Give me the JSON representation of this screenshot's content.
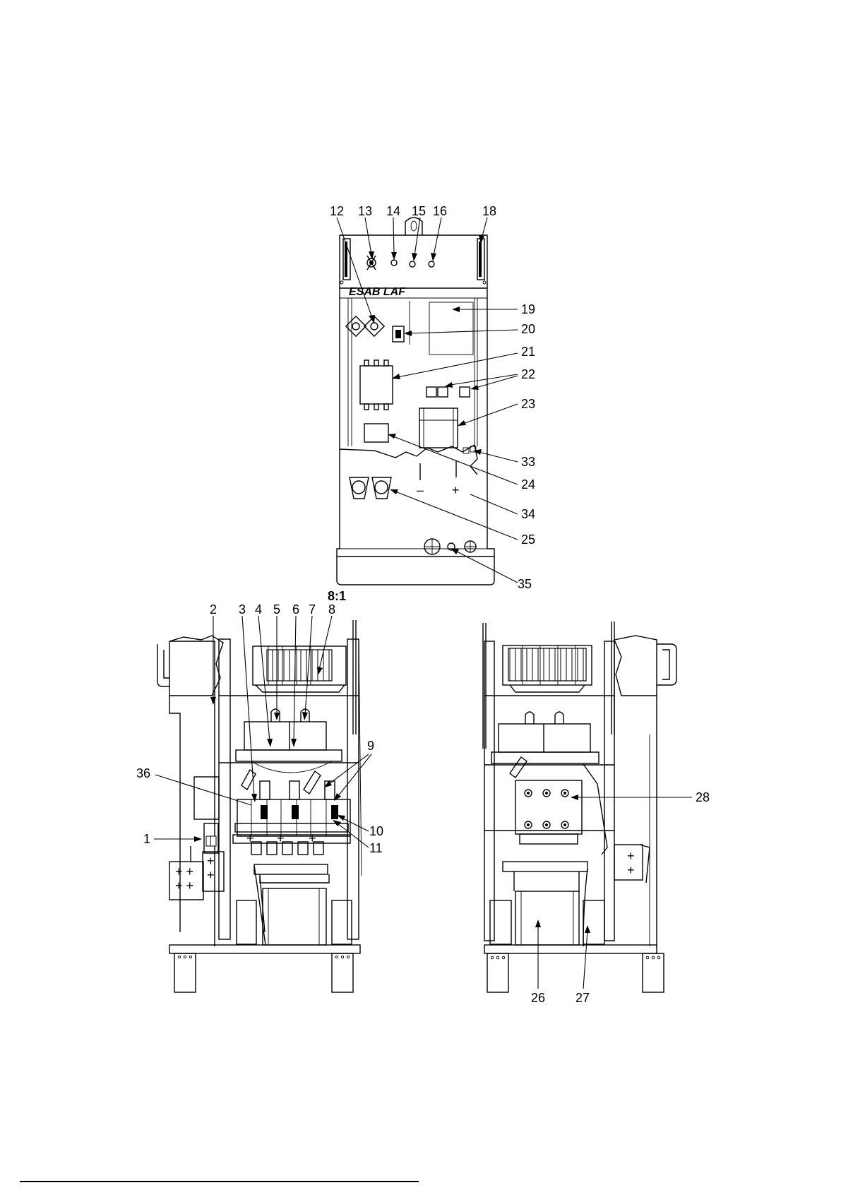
{
  "figure": {
    "scale_label": "8:1",
    "front_panel": {
      "brand": "ESAB LAF",
      "polarity_minus": "–",
      "polarity_plus": "+",
      "top_callouts": [
        "12",
        "13",
        "14",
        "15",
        "16",
        "18"
      ],
      "right_callouts": [
        "19",
        "20",
        "21",
        "22",
        "23",
        "33",
        "24",
        "34",
        "25",
        "35"
      ]
    },
    "left_view": {
      "top_callouts": [
        "2",
        "3",
        "4",
        "5",
        "6",
        "7",
        "8"
      ],
      "side_callouts": [
        "36",
        "1",
        "9",
        "10",
        "11"
      ]
    },
    "right_view": {
      "side_callouts": [
        "28"
      ],
      "bottom_callouts": [
        "26",
        "27"
      ]
    }
  }
}
